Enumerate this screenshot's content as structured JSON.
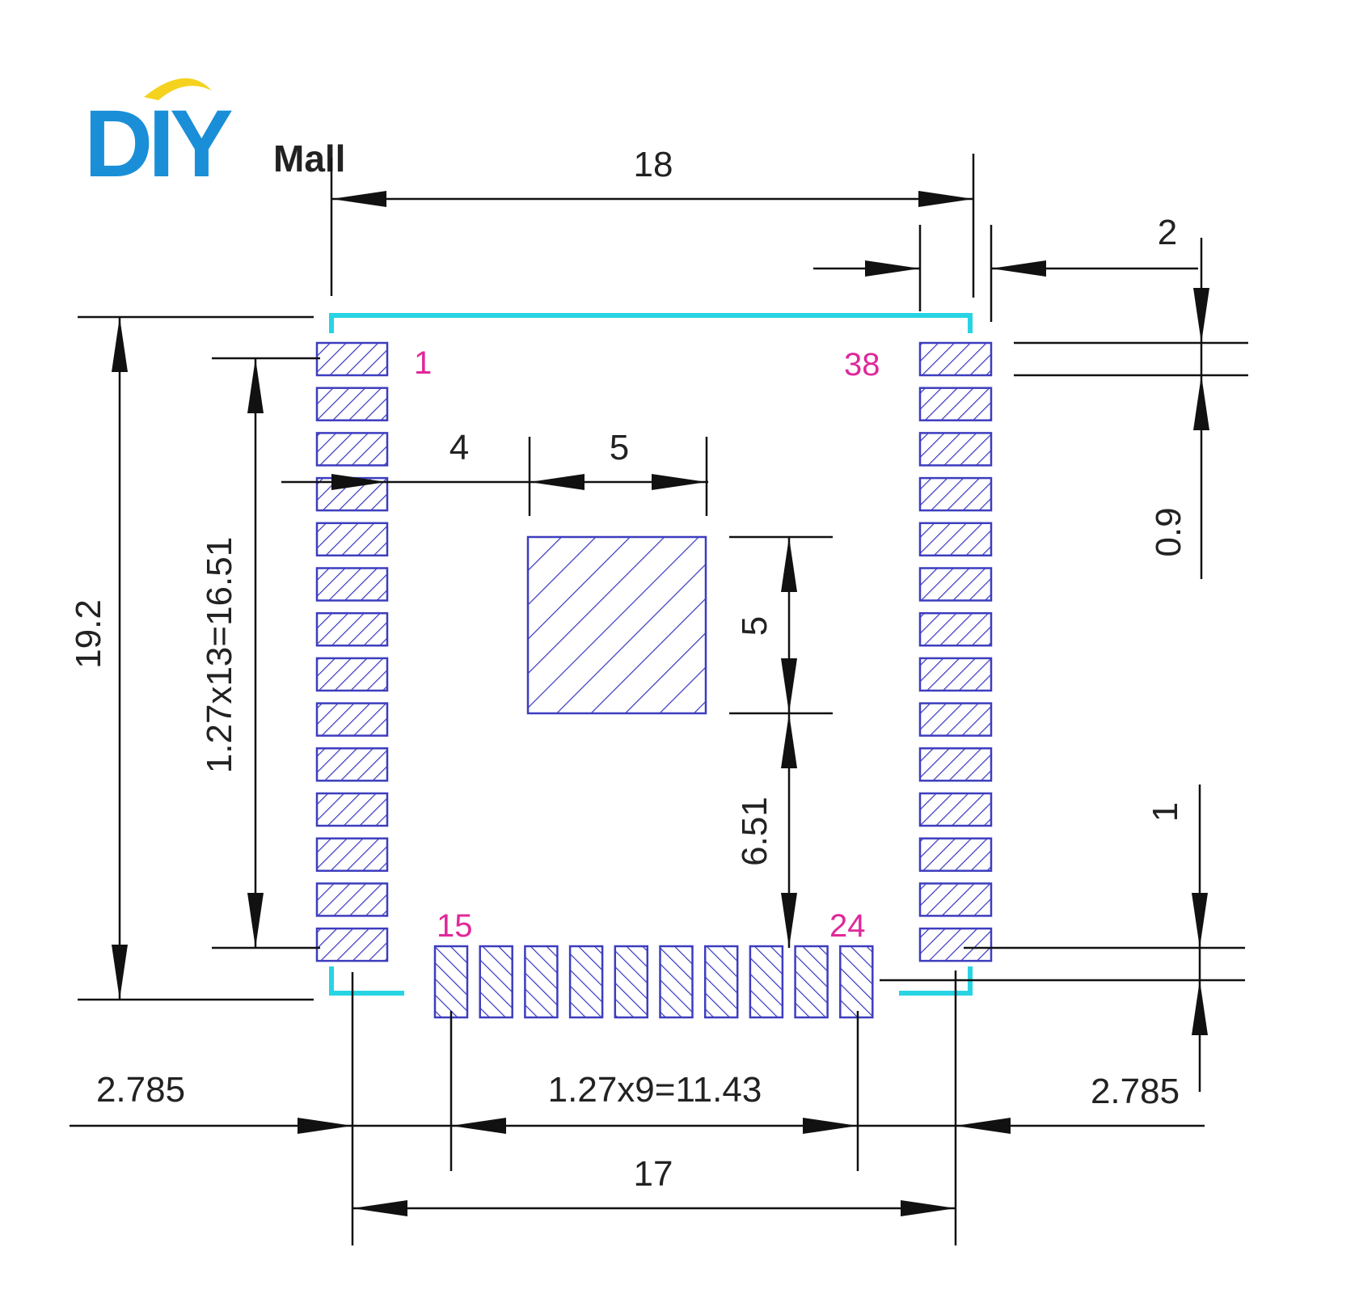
{
  "logo": {
    "brand_big": "DIY",
    "brand_small": "Mall"
  },
  "pins": {
    "left_top": "1",
    "right_top": "38",
    "bottom_left": "15",
    "bottom_right": "24",
    "left_count": 14,
    "right_count": 14,
    "bottom_count": 10
  },
  "dimensions": {
    "total_width": "18",
    "right_offset": "2",
    "total_height": "19.2",
    "left_pitch": "1.27x13=16.51",
    "epad_offset_x": "4",
    "epad_width": "5",
    "epad_height": "5",
    "epad_offset_y": "6.51",
    "pad_width": "0.9",
    "bottom_gap": "1",
    "left_margin": "2.785",
    "bottom_pitch": "1.27x9=11.43",
    "right_margin": "2.785",
    "inner_width": "17"
  },
  "colors": {
    "pad_outline": "#3d3dbf",
    "board_outline": "#27d4e4",
    "pin_label": "#e0289b",
    "logo_blue": "#1a8fd8",
    "logo_yellow": "#f5d21e"
  }
}
